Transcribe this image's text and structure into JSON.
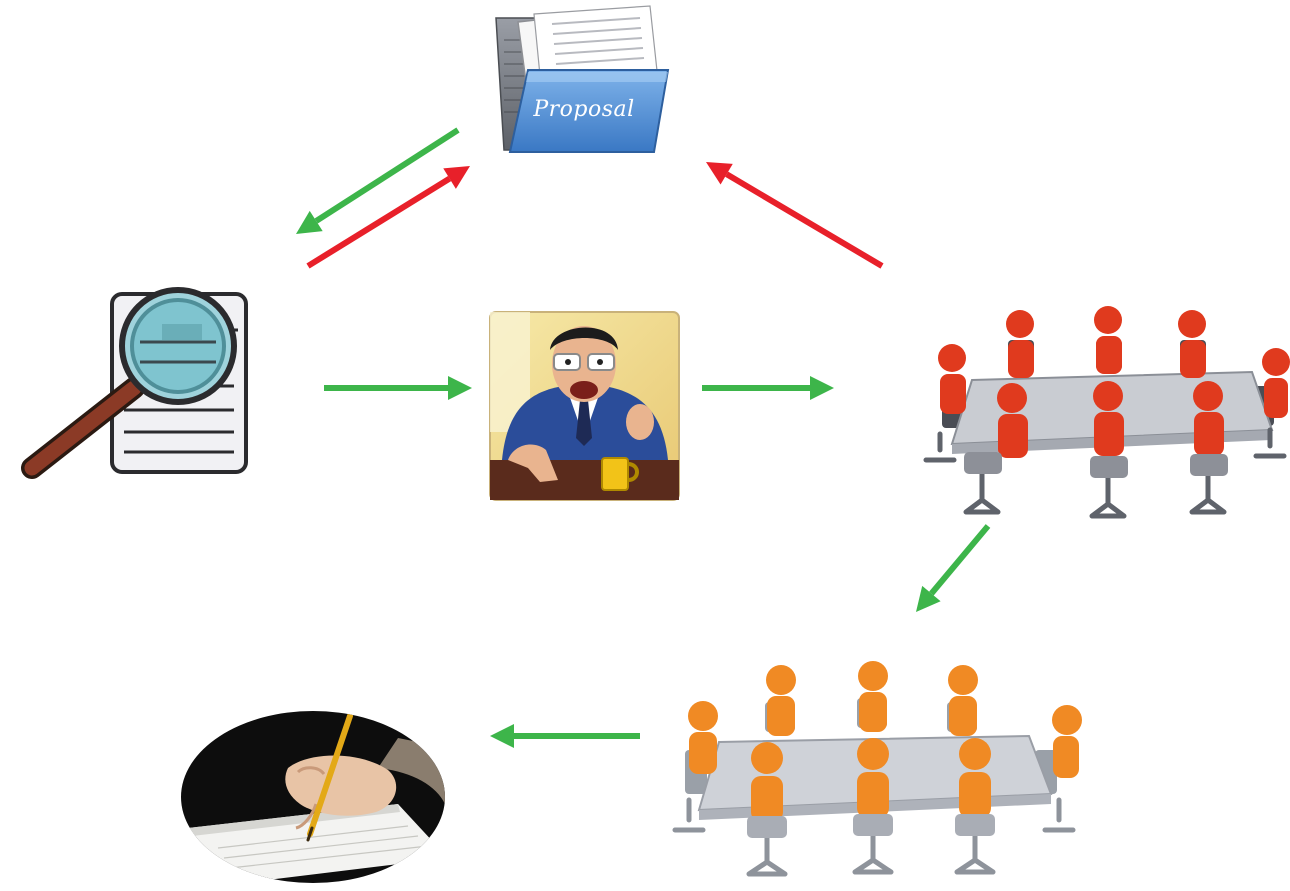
{
  "diagram": {
    "colors": {
      "forward_arrow": "#3db54a",
      "return_arrow": "#e8202a",
      "folder_blue": "#4d8fd6",
      "figure_red": "#e03a1e",
      "figure_orange": "#f08a24",
      "table_gray": "#c9ccd2"
    },
    "nodes": {
      "proposal_folder": {
        "icon": "proposal-folder-icon",
        "label": "Proposal"
      },
      "review": {
        "icon": "magnifier-document-icon"
      },
      "boss": {
        "icon": "boss-at-desk-icon"
      },
      "committee_red": {
        "icon": "meeting-table-icon"
      },
      "committee_orange": {
        "icon": "meeting-table-icon"
      },
      "signing": {
        "icon": "hand-signing-icon"
      }
    },
    "arrows": [
      {
        "id": "proposal-to-review",
        "from": "proposal_folder",
        "to": "review",
        "color": "forward"
      },
      {
        "id": "review-to-proposal",
        "from": "review",
        "to": "proposal_folder",
        "color": "return"
      },
      {
        "id": "committee-to-proposal",
        "from": "committee_red",
        "to": "proposal_folder",
        "color": "return"
      },
      {
        "id": "review-to-boss",
        "from": "review",
        "to": "boss",
        "color": "forward"
      },
      {
        "id": "boss-to-committee",
        "from": "boss",
        "to": "committee_red",
        "color": "forward"
      },
      {
        "id": "committee-to-committee",
        "from": "committee_red",
        "to": "committee_orange",
        "color": "forward"
      },
      {
        "id": "committee-to-signing",
        "from": "committee_orange",
        "to": "signing",
        "color": "forward"
      }
    ]
  }
}
